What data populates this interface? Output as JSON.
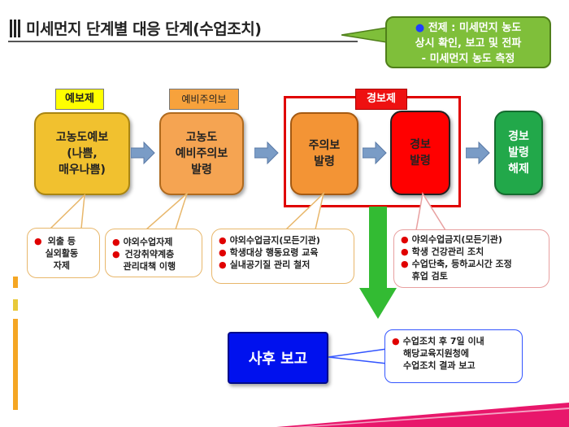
{
  "title": "미세먼지 단계별 대응 단계(수업조치)",
  "premise": {
    "bullet": "●",
    "lines": [
      "전제 : 미세먼지 농도",
      "상시 확인, 보고 및 전파",
      "- 미세먼지 농도 측정"
    ]
  },
  "stage_labels": {
    "yebo": "예보제",
    "yebi": "예비주의보",
    "gyeongbo": "경보제"
  },
  "stages": [
    {
      "lines": [
        "고농도예보",
        "(나쁨,",
        "매우나쁨)"
      ],
      "color": "#f1c12f"
    },
    {
      "lines": [
        "고농도",
        "예비주의보",
        "발령"
      ],
      "color": "#f5a452"
    },
    {
      "lines": [
        "주의보",
        "발령"
      ],
      "color": "#f39435"
    },
    {
      "lines": [
        "경보",
        "발령"
      ],
      "color": "#ff0000"
    },
    {
      "lines": [
        "경보",
        "발령",
        "해제"
      ],
      "color": "#22a84a"
    }
  ],
  "notes": [
    {
      "items": [
        [
          "외출 등",
          "실외활동",
          "자제"
        ]
      ]
    },
    {
      "items": [
        [
          "야외수업자제"
        ],
        [
          "건강취약계층",
          "관리대책 이행"
        ]
      ]
    },
    {
      "items": [
        [
          "야외수업금지(모든기관)"
        ],
        [
          "학생대상 행동요령 교육"
        ],
        [
          "실내공기질 관리 철저"
        ]
      ]
    },
    {
      "items": [
        [
          "야외수업금지(모든기관)"
        ],
        [
          "학생 건강관리 조치"
        ],
        [
          "수업단축, 등하교시간 조정",
          "휴업 검토"
        ]
      ]
    }
  ],
  "report": {
    "label": "사후 보고",
    "note_lines": [
      "수업조치 후 7일 이내",
      "해당교육지원청에",
      "수업조치 결과 보고"
    ]
  },
  "colors": {
    "arrow": "#7a9cc6",
    "down_arrow": "#33bb33",
    "frame": "#e00000"
  }
}
